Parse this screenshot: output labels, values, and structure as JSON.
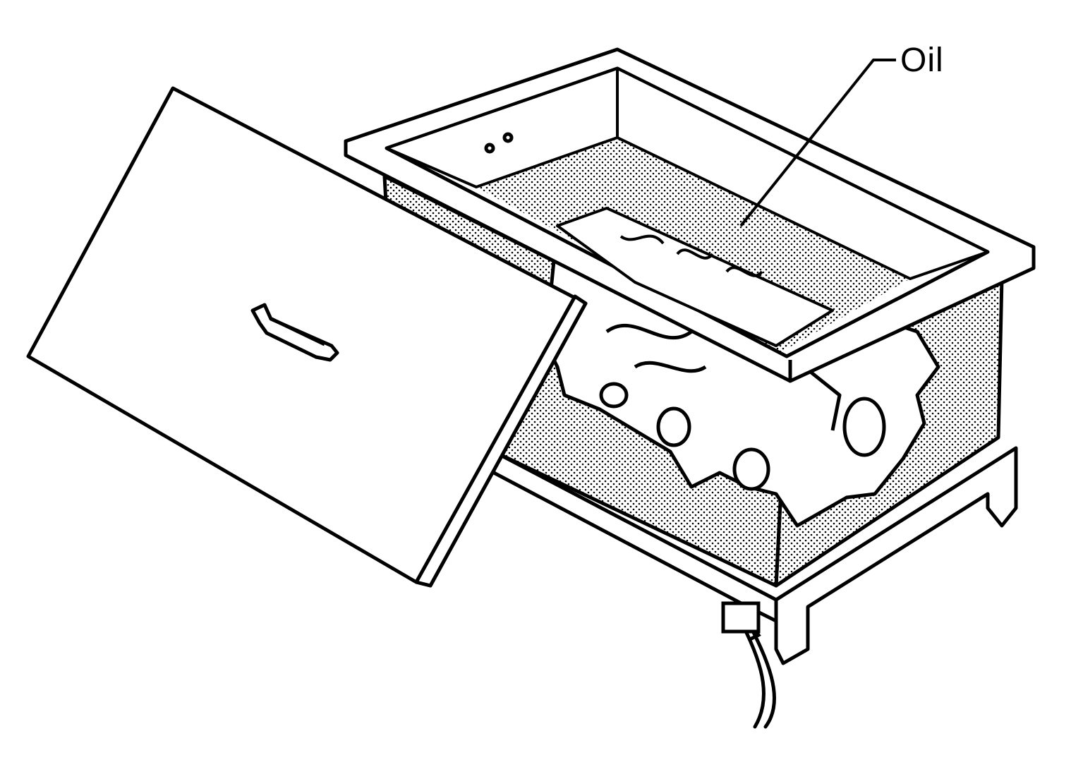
{
  "callout": {
    "label": "Oil"
  },
  "colors": {
    "line": "#000000",
    "background": "#ffffff",
    "stipple": "#000000"
  },
  "icons": {
    "lid": "tank-lid-illustration",
    "tank": "oil-tank-illustration",
    "part": "cylinder-block-illustration",
    "cord": "power-cord-illustration"
  }
}
